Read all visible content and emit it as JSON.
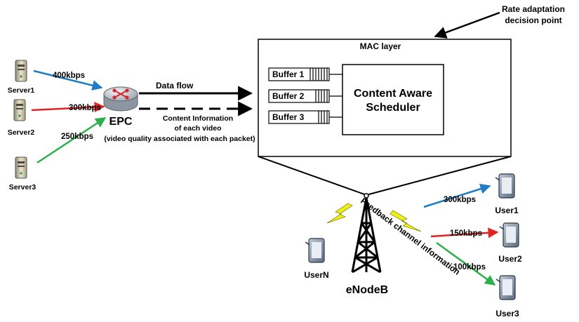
{
  "decision_point": {
    "line1": "Rate adaptation",
    "line2": "decision point"
  },
  "mac": {
    "title": "MAC layer",
    "buffers": [
      "Buffer 1",
      "Buffer 2",
      "Buffer 3"
    ],
    "scheduler_line1": "Content Aware",
    "scheduler_line2": "Scheduler"
  },
  "servers": [
    {
      "label": "Server1",
      "rate": "400kbps",
      "color": "#1f7bc6"
    },
    {
      "label": "Server2",
      "rate": "300kbps",
      "color": "#e32222"
    },
    {
      "label": "Server3",
      "rate": "250kbps",
      "color": "#2bb04a"
    }
  ],
  "epc": {
    "label": "EPC"
  },
  "flows": {
    "data": "Data flow",
    "content_line1": "Content Information",
    "content_line2": "of each video",
    "content_line3": "(video quality associated with each packet)"
  },
  "enodeb": {
    "label": "eNodeB",
    "feedback": "Feedback channel information"
  },
  "users": [
    {
      "label": "User1",
      "rate": "300kbps",
      "color": "#1f7bc6"
    },
    {
      "label": "User2",
      "rate": "150kbps",
      "color": "#e32222"
    },
    {
      "label": "User3",
      "rate": "100kbps",
      "color": "#2bb04a"
    },
    {
      "label": "UserN"
    }
  ],
  "colors": {
    "blue": "#1f7bc6",
    "red": "#e32222",
    "green": "#2bb04a",
    "lightning": "#f2ee18"
  }
}
